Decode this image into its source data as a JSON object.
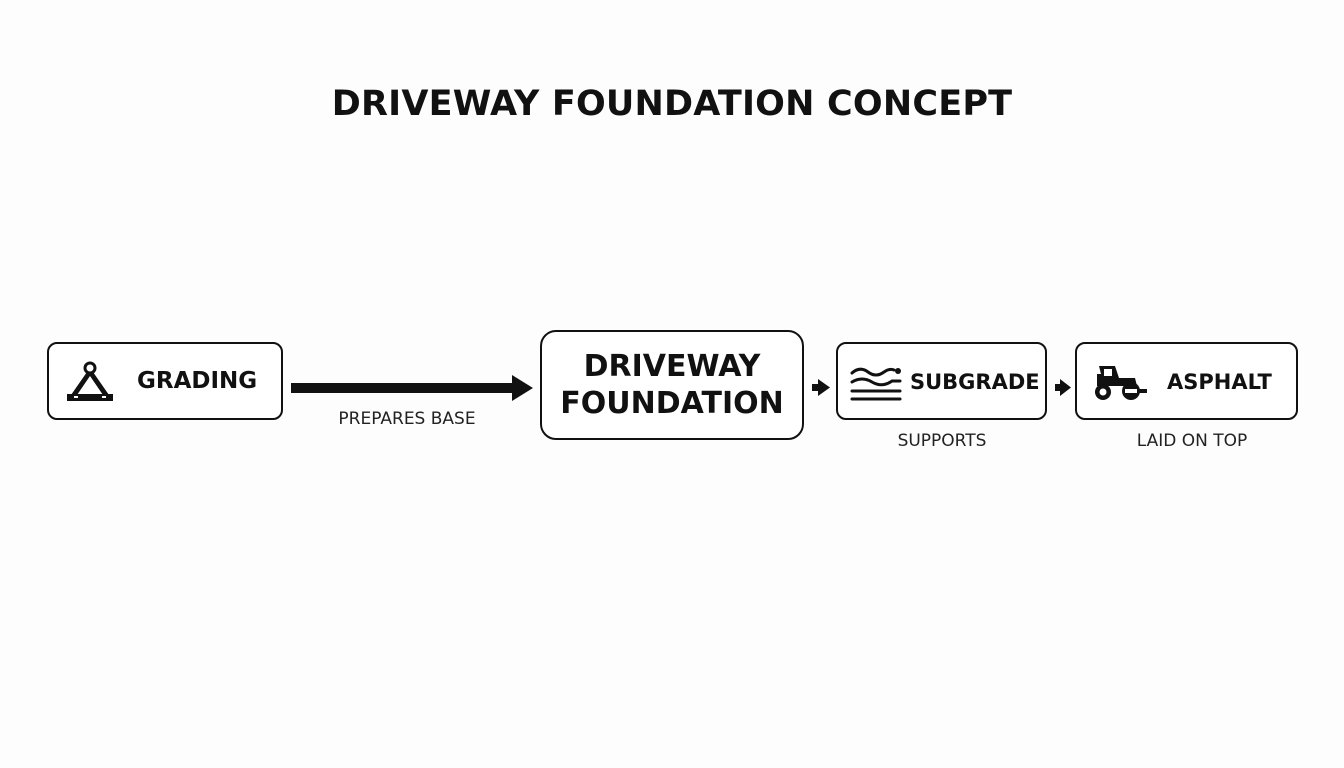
{
  "title": "DRIVEWAY FOUNDATION CONCEPT",
  "nodes": {
    "grading": {
      "label": "GRADING",
      "icon": "grading-tool-icon"
    },
    "foundation": {
      "line1": "DRIVEWAY",
      "line2": "FOUNDATION"
    },
    "subgrade": {
      "label": "SUBGRADE",
      "icon": "soil-layers-icon"
    },
    "asphalt": {
      "label": "ASPHALT",
      "icon": "paving-roller-icon"
    }
  },
  "edges": {
    "grading_to_foundation": "PREPARES BASE",
    "foundation_to_subgrade": "SUPPORTS",
    "subgrade_to_asphalt": "LAID ON TOP"
  },
  "colors": {
    "stroke": "#111111",
    "background": "#fdfdfd"
  }
}
